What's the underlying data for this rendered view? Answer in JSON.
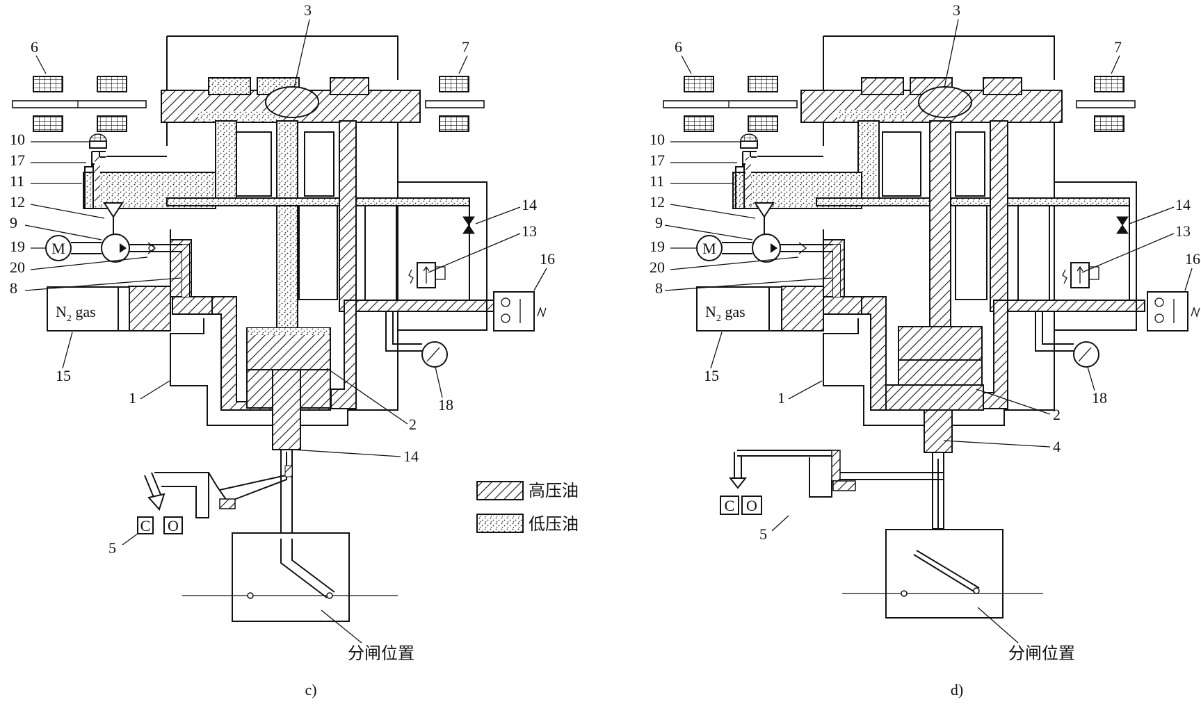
{
  "legend": {
    "high_pressure_label": "高压油",
    "low_pressure_label": "低压油"
  },
  "panels": [
    {
      "caption": "c)",
      "position_label": "分闸位置",
      "n2_label": "N",
      "n2_sub": "2",
      "n2_suffix": " gas",
      "motor_label": "M",
      "indicator_c": "C",
      "indicator_o": "O",
      "callouts": [
        "6",
        "7",
        "3",
        "10",
        "17",
        "11",
        "12",
        "9",
        "19",
        "20",
        "8",
        "14",
        "13",
        "16",
        "15",
        "1",
        "18",
        "2",
        "14",
        "5"
      ]
    },
    {
      "caption": "d)",
      "position_label": "分闸位置",
      "n2_label": "N",
      "n2_sub": "2",
      "n2_suffix": " gas",
      "motor_label": "M",
      "indicator_c": "C",
      "indicator_o": "O",
      "callouts": [
        "6",
        "7",
        "3",
        "10",
        "17",
        "11",
        "12",
        "9",
        "19",
        "20",
        "8",
        "14",
        "13",
        "16",
        "15",
        "1",
        "18",
        "2",
        "4",
        "5"
      ]
    }
  ]
}
